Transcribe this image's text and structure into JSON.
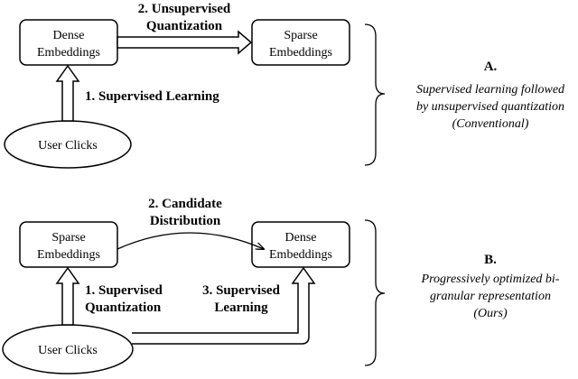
{
  "panel_a": {
    "dense_box": [
      "Dense",
      "Embeddings"
    ],
    "sparse_box": [
      "Sparse",
      "Embeddings"
    ],
    "clicks": "User Clicks",
    "step1": "1. Supervised Learning",
    "step2": [
      "2. Unsupervised",
      "Quantization"
    ],
    "label": "A.",
    "description": [
      "Supervised learning followed",
      "by unsupervised quantization",
      "(Conventional)"
    ]
  },
  "panel_b": {
    "sparse_box": [
      "Sparse",
      "Embeddings"
    ],
    "dense_box": [
      "Dense",
      "Embeddings"
    ],
    "clicks": "User Clicks",
    "step1": [
      "1. Supervised",
      "Quantization"
    ],
    "step2": [
      "2. Candidate",
      "Distribution"
    ],
    "step3": [
      "3. Supervised",
      "Learning"
    ],
    "label": "B.",
    "description": [
      "Progressively optimized bi-",
      "granular representation",
      "(Ours)"
    ]
  }
}
